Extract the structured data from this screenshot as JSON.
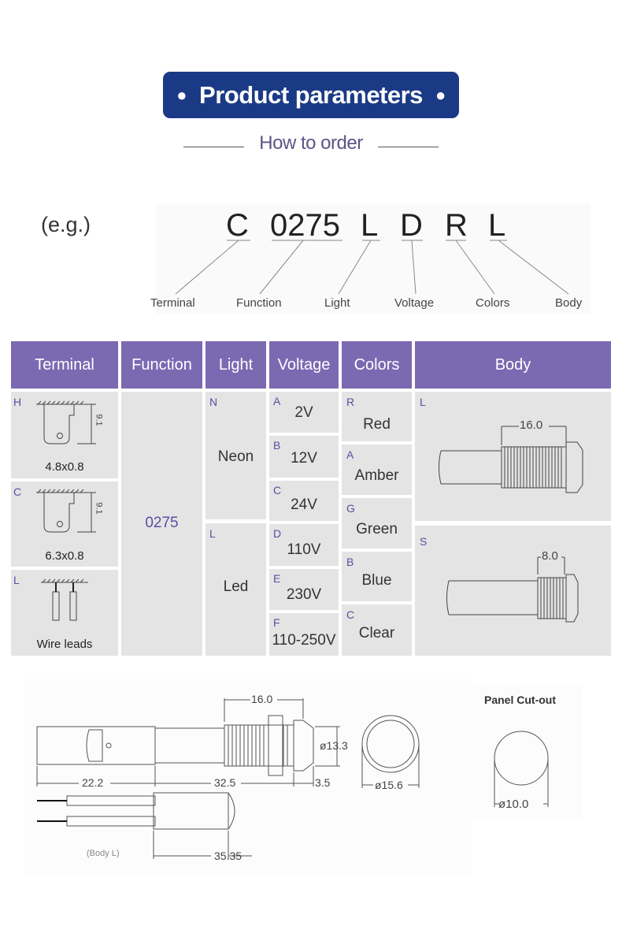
{
  "header": {
    "title": "Product parameters",
    "subtitle": "How to order"
  },
  "example": {
    "prefix": "(e.g.)",
    "codes": [
      "C",
      "0275",
      "L",
      "D",
      "R",
      "L"
    ],
    "captions": [
      "Terminal",
      "Function",
      "Light",
      "Voltage",
      "Colors",
      "Body"
    ]
  },
  "table": {
    "headers": [
      "Terminal",
      "Function",
      "Light",
      "Voltage",
      "Colors",
      "Body"
    ],
    "terminal": [
      {
        "code": "H",
        "label": "4.8x0.8",
        "dim": "9.1"
      },
      {
        "code": "C",
        "label": "6.3x0.8",
        "dim": "9.1"
      },
      {
        "code": "L",
        "label": "Wire leads"
      }
    ],
    "function": "0275",
    "light": [
      {
        "code": "N",
        "label": "Neon"
      },
      {
        "code": "L",
        "label": "Led"
      }
    ],
    "voltage": [
      {
        "code": "A",
        "label": "2V"
      },
      {
        "code": "B",
        "label": "12V"
      },
      {
        "code": "C",
        "label": "24V"
      },
      {
        "code": "D",
        "label": "110V"
      },
      {
        "code": "E",
        "label": "230V"
      },
      {
        "code": "F",
        "label": "110-250V"
      }
    ],
    "colors": [
      {
        "code": "R",
        "label": "Red"
      },
      {
        "code": "A",
        "label": "Amber"
      },
      {
        "code": "G",
        "label": "Green"
      },
      {
        "code": "B",
        "label": "Blue"
      },
      {
        "code": "C",
        "label": "Clear"
      }
    ],
    "body": [
      {
        "code": "L",
        "dim": "16.0"
      },
      {
        "code": "S",
        "dim": "8.0"
      }
    ]
  },
  "drawing": {
    "dims": {
      "d1": "16.0",
      "d2": "ø13.3",
      "d3": "22.2",
      "d4": "32.5",
      "d5": "3.5",
      "d6": "ø15.6",
      "d7": "35.35"
    },
    "note": "(Body L)"
  },
  "cutout": {
    "title": "Panel Cut-out",
    "dim": "ø10.0"
  },
  "colors": {
    "banner": "#1b3a86",
    "header_bg": "#7b69b2",
    "cell_bg": "#e4e4e4",
    "code_letter": "#5a4ea0"
  }
}
